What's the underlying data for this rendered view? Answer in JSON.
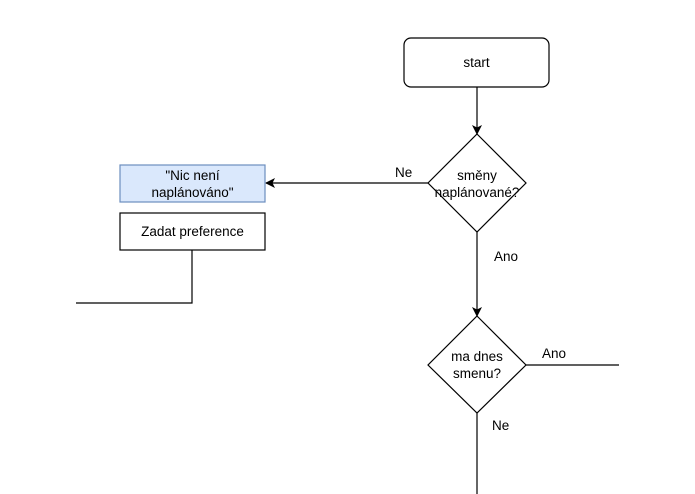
{
  "diagram": {
    "colors": {
      "stroke": "#000000",
      "node_fill": "#ffffff",
      "highlight_fill": "#dae8fc",
      "highlight_stroke": "#6c8ebf"
    },
    "nodes": {
      "start": {
        "label": "start"
      },
      "shifts_planned": {
        "line1": "směny",
        "line2": "naplánované?"
      },
      "nothing_planned": {
        "line1": "\"Nic není",
        "line2": "naplánováno\""
      },
      "enter_preferences": {
        "label": "Zadat preference"
      },
      "shift_today": {
        "line1": "ma dnes",
        "line2": "smenu?"
      }
    },
    "edges": {
      "shifts_no": {
        "label": "Ne"
      },
      "shifts_yes": {
        "label": "Ano"
      },
      "today_yes": {
        "label": "Ano"
      },
      "today_no": {
        "label": "Ne"
      }
    }
  }
}
